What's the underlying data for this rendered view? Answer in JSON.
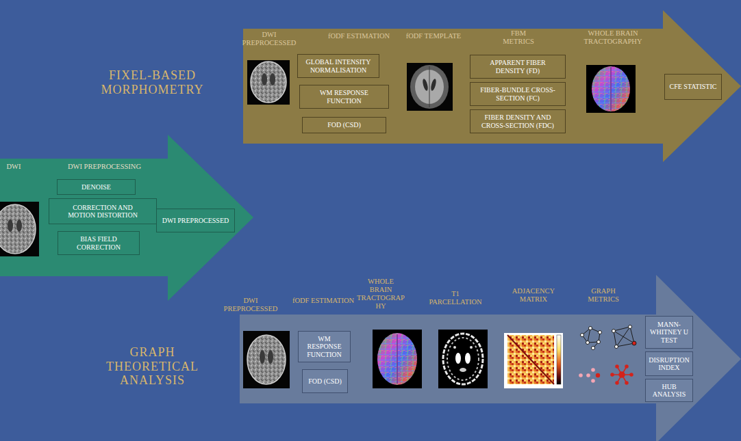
{
  "diagram": {
    "nodes": [
      {
        "text": [
          "FIXEL-BASED MORPHOMETRY",
          "DWI PREPROCESSED",
          "fODF ESTIMATION",
          "fODF TEMPLATE",
          "FBM METRICS",
          "WHOLE BRAIN TRACTOGRAPHY"
        ]
      },
      {
        "text": [
          "GLOBAL INTENSITY NORMALISATION"
        ],
        "in": 0
      },
      {
        "text": [
          "WM RESPONSE FUNCTION"
        ],
        "in": 0
      },
      {
        "text": [
          "FOD (CSD)"
        ],
        "in": 0
      },
      {
        "text": [
          "APPARENT FIBER DENSITY (FD)"
        ],
        "in": 0
      },
      {
        "text": [
          "FIBER-BUNDLE CROSS-SECTION (FC)"
        ],
        "in": 0
      },
      {
        "text": [
          "FIBER DENSITY AND CROSS-SECTION (FDC)"
        ],
        "in": 0
      },
      {
        "text": [
          "CFE STATISTIC"
        ],
        "in": 0
      },
      {
        "text": [
          "DWI",
          "DWI PREPROCESSING"
        ]
      },
      {
        "text": [
          "DENOISE"
        ],
        "in": 8
      },
      {
        "text": [
          "CORRECTION AND MOTION DISTORTION"
        ],
        "in": 8
      },
      {
        "text": [
          "BIAS FIELD CORRECTION"
        ],
        "in": 8
      },
      {
        "text": [
          "DWI PREPROCESSED"
        ],
        "in": 8
      },
      {
        "text": [
          "GRAPH THEORETICAL ANALYSIS",
          "DWI PREPROCESSED",
          "fODF ESTIMATION",
          "WHOLE BRAIN TRACTOGRAPHY",
          "T1 PARCELLATION",
          "ADJACENCY MATRIX",
          "GRAPH METRICS"
        ]
      },
      {
        "text": [
          "WM RESPONSE FUNCTION"
        ],
        "in": 13
      },
      {
        "text": [
          "FOD (CSD)"
        ],
        "in": 13
      },
      {
        "text": [
          "MANN-WHITNEY U TEST"
        ],
        "in": 13
      },
      {
        "text": [
          "DISRUPTION INDEX"
        ],
        "in": 13
      },
      {
        "text": [
          "HUB ANALYSIS"
        ],
        "in": 13
      }
    ]
  }
}
